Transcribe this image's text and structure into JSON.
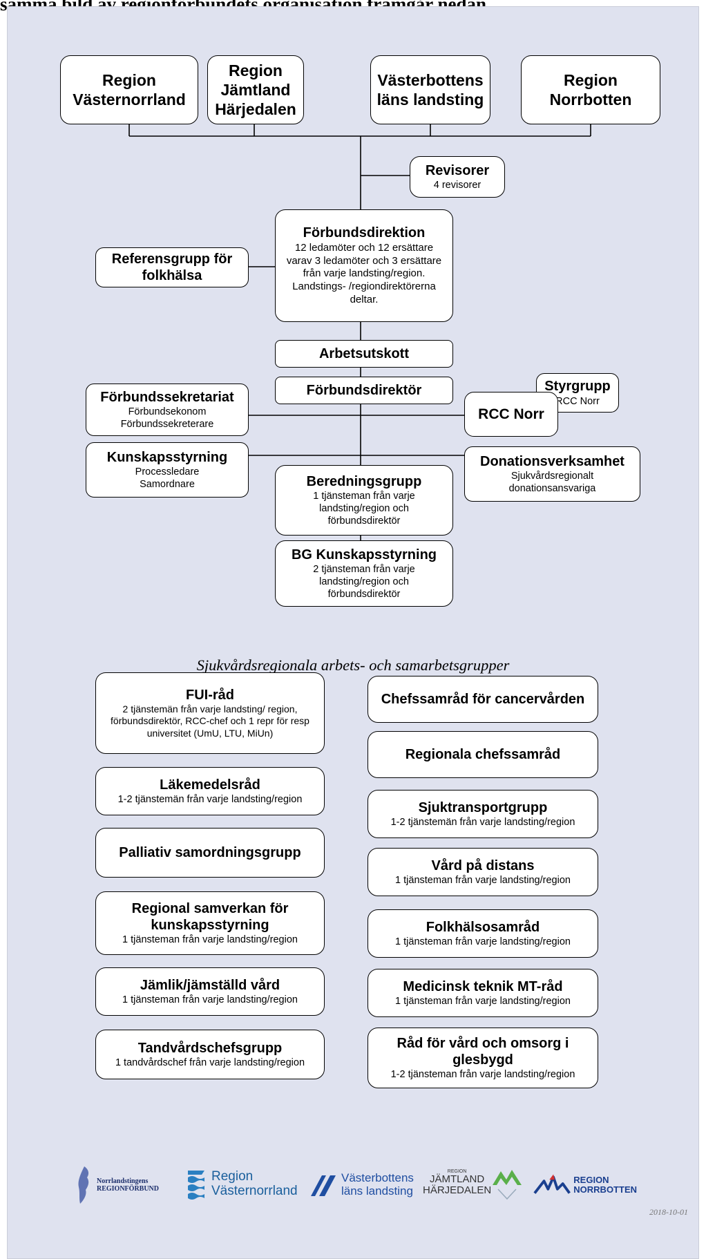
{
  "page_caption": "samma bild av regionförbundets organisation framgår nedan.",
  "org": {
    "regions": [
      {
        "name": "Region Västernorrland"
      },
      {
        "name": "Region Jämtland Härjedalen"
      },
      {
        "name": "Västerbottens läns landsting"
      },
      {
        "name": "Region Norrbotten"
      }
    ],
    "revisorer": {
      "title": "Revisorer",
      "desc": "4 revisorer"
    },
    "forbundsdirektion": {
      "title": "Förbundsdirektion",
      "desc": "12 ledamöter och 12 ersättare varav 3 ledamöter och 3 ersättare från varje landsting/region. Landstings- /regiondirektörerna deltar."
    },
    "referensgrupp": {
      "title": "Referensgrupp för folkhälsa"
    },
    "arbetsutskott": {
      "title": "Arbetsutskott"
    },
    "forbundsdirektor": {
      "title": "Förbundsdirektör"
    },
    "forbundssekretariat": {
      "title": "Förbundssekretariat",
      "desc": "Förbundsekonom Förbundssekreterare"
    },
    "rcc_norr": {
      "title": "RCC Norr"
    },
    "styrgrupp": {
      "title": "Styrgrupp",
      "desc": "RCC Norr"
    },
    "kunskapsstyrning": {
      "title": "Kunskapsstyrning",
      "desc": "Processledare Samordnare"
    },
    "donationsverksamhet": {
      "title": "Donationsverksamhet",
      "desc": "Sjukvårdsregionalt donationsansvariga"
    },
    "beredningsgrupp": {
      "title": "Beredningsgrupp",
      "desc": "1 tjänsteman från varje landsting/region och förbundsdirektör"
    },
    "bg_kunskapsstyrning": {
      "title": "BG Kunskapsstyrning",
      "desc": "2 tjänsteman från varje landsting/region och förbundsdirektör"
    }
  },
  "section_heading": "Sjukvårdsregionala arbets- och samarbetsgrupper",
  "groups_left": [
    {
      "title": "FUI-råd",
      "desc": "2 tjänstemän från varje landsting/ region, förbundsdirektör, RCC-chef och 1 repr för resp universitet (UmU, LTU, MiUn)"
    },
    {
      "title": "Läkemedelsråd",
      "desc": "1-2 tjänstemän från varje landsting/region"
    },
    {
      "title": "Palliativ samordningsgrupp",
      "desc": ""
    },
    {
      "title": "Regional samverkan för kunskapsstyrning",
      "desc": "1 tjänsteman från varje landsting/region"
    },
    {
      "title": "Jämlik/jämställd vård",
      "desc": "1 tjänsteman från varje landsting/region"
    },
    {
      "title": "Tandvårdschefsgrupp",
      "desc": "1 tandvårdschef från varje landsting/region"
    }
  ],
  "groups_right": [
    {
      "title": "Chefssamråd för cancervården",
      "desc": ""
    },
    {
      "title": "Regionala chefssamråd",
      "desc": ""
    },
    {
      "title": "Sjuktransportgrupp",
      "desc": "1-2 tjänstemän från varje landsting/region"
    },
    {
      "title": "Vård på distans",
      "desc": "1 tjänsteman från varje landsting/region"
    },
    {
      "title": "Folkhälsosamråd",
      "desc": "1 tjänsteman från varje landsting/region"
    },
    {
      "title": "Medicinsk teknik MT-råd",
      "desc": "1 tjänsteman från varje landsting/region"
    },
    {
      "title": "Råd för vård och omsorg i glesbygd",
      "desc": "1-2 tjänsteman från varje landsting/region"
    }
  ],
  "logos": {
    "nrf": "Norrlandstingens REGIONFÖRBUND",
    "rvn_line1": "Region",
    "rvn_line2": "Västernorrland",
    "vll_line1": "Västerbottens",
    "vll_line2": "läns landsting",
    "rjh_small": "REGION",
    "rjh_line1": "JÄMTLAND",
    "rjh_line2": "HÄRJEDALEN",
    "rn_line1": "REGION",
    "rn_line2": "NORRBOTTEN"
  },
  "date": "2018-10-01",
  "colors": {
    "panel": "#dfe2ef",
    "box_border": "#000000",
    "rvn_blue": "#2a7fc1",
    "vll_blue": "#1f4ea1",
    "rjh_green": "#5aaf4a",
    "rn_blue": "#1a3f8f",
    "rn_red": "#d32f2f"
  }
}
